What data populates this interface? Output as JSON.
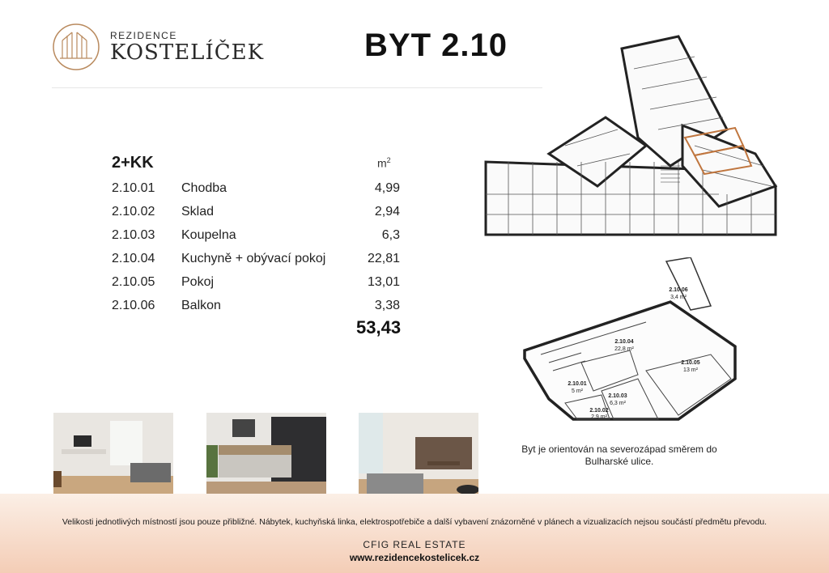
{
  "brand": {
    "top": "REZIDENCE",
    "main": "KOSTELÍČEK",
    "accent_color": "#b98a5e"
  },
  "title": "BYT 2.10",
  "layout_type": "2+KK",
  "unit_label": "m",
  "unit_sup": "2",
  "rooms": [
    {
      "code": "2.10.01",
      "name": "Chodba",
      "area": "4,99"
    },
    {
      "code": "2.10.02",
      "name": "Sklad",
      "area": "2,94"
    },
    {
      "code": "2.10.03",
      "name": "Koupelna",
      "area": "6,3"
    },
    {
      "code": "2.10.04",
      "name": "Kuchyně + obývací pokoj",
      "area": "22,81"
    },
    {
      "code": "2.10.05",
      "name": "Pokoj",
      "area": "13,01"
    },
    {
      "code": "2.10.06",
      "name": "Balkon",
      "area": "3,38"
    }
  ],
  "total_area": "53,43",
  "plan_labels": {
    "r06": "2.10.06",
    "r06_area": "3,4 m²",
    "r04": "2.10.04",
    "r04_area": "22,8 m²",
    "r05": "2.10.05",
    "r05_area": "13 m²",
    "r01": "2.10.01",
    "r01_area": "5 m²",
    "r03": "2.10.03",
    "r03_area": "6,3 m²",
    "r02": "2.10.02",
    "r02_area": "2,9 m²"
  },
  "orientation_note": "Byt je orientován na severozápad směrem do Bulharské ulice.",
  "footer": {
    "disclaimer": "Velikosti jednotlivých místností jsou pouze přibližné. Nábytek, kuchyňská linka, elektrospotřebiče a další vybavení znázorněné v plánech a vizualizacích nejsou součástí předmětu převodu.",
    "company": "CFIG REAL ESTATE",
    "website": "www.rezidencekostelicek.cz"
  }
}
